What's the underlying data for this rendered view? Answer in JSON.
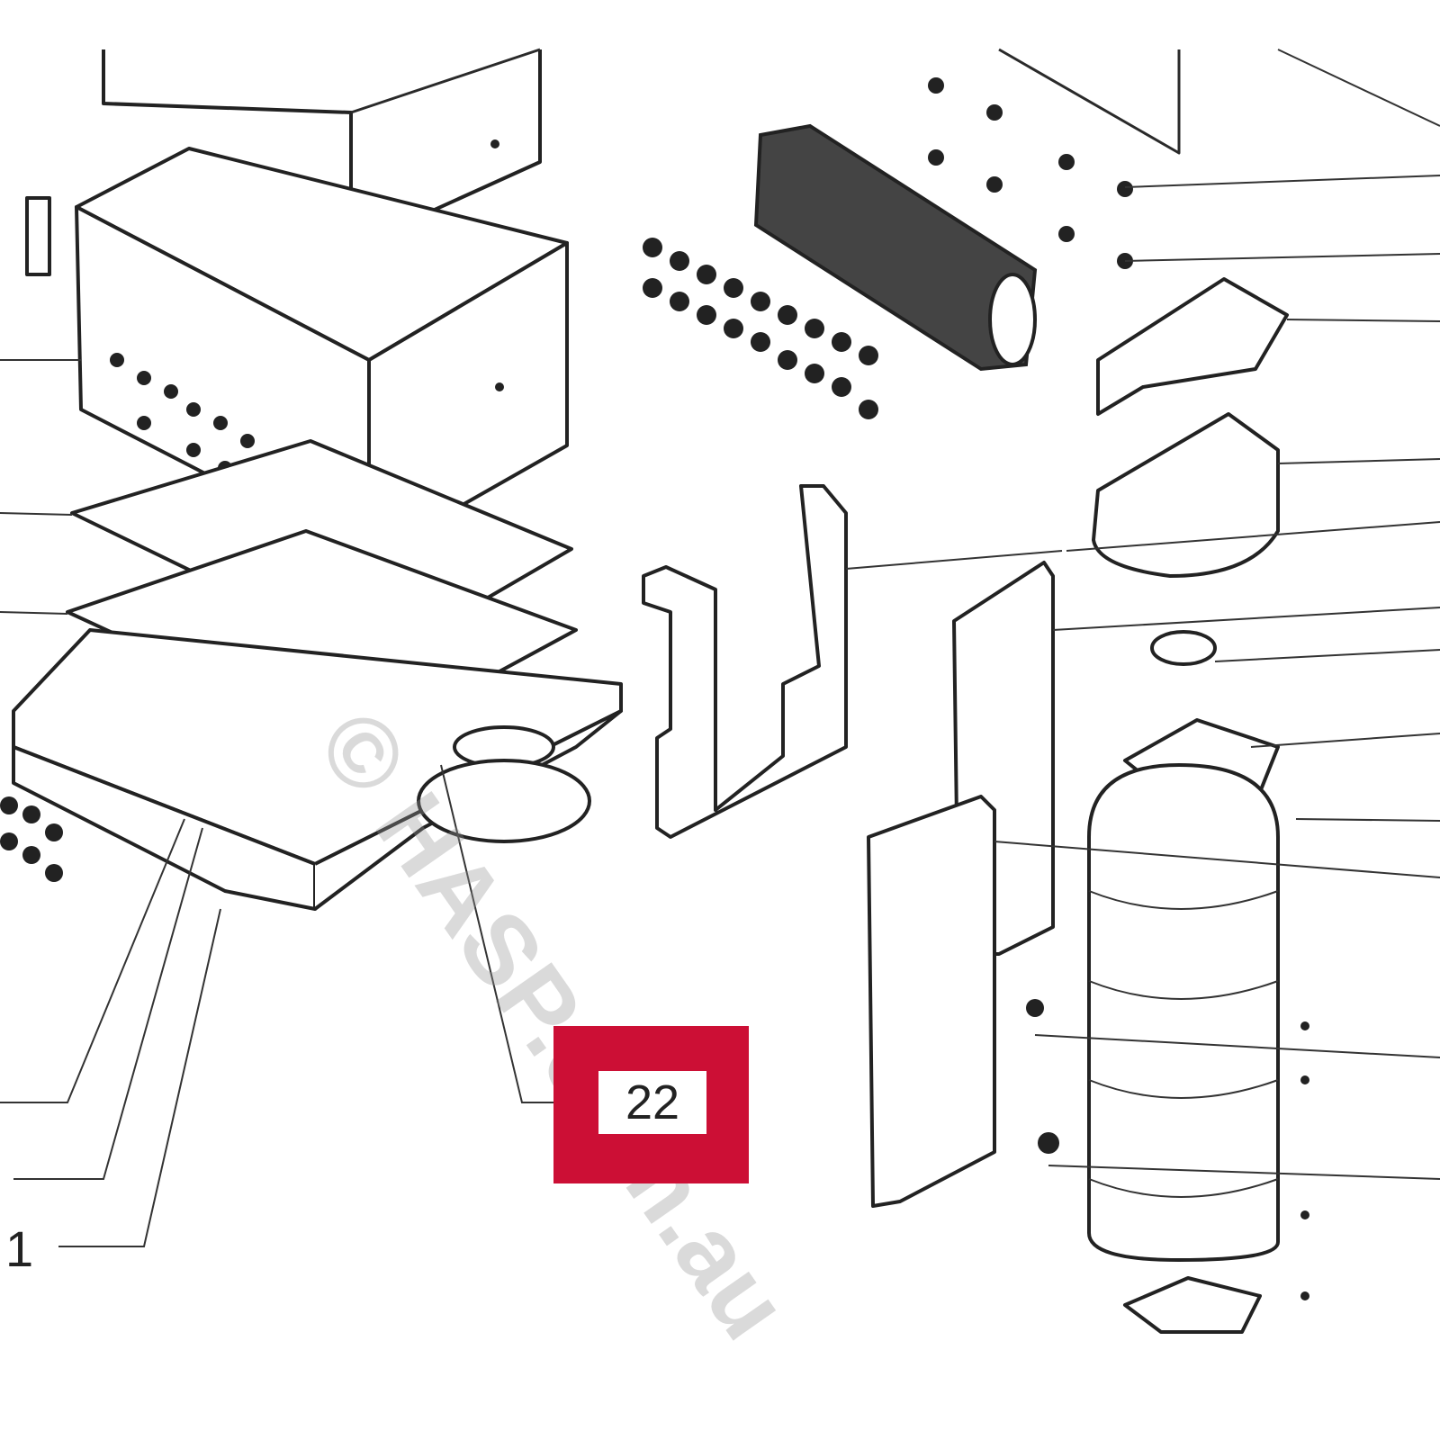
{
  "diagram": {
    "type": "exploded-parts-diagram",
    "callouts": [
      {
        "label": "22",
        "highlighted": true
      },
      {
        "label": "1",
        "highlighted": false
      }
    ],
    "watermark": "© HASP.com.au",
    "colors": {
      "highlight": "#cc0f35",
      "line": "#222222",
      "background": "#ffffff"
    }
  }
}
